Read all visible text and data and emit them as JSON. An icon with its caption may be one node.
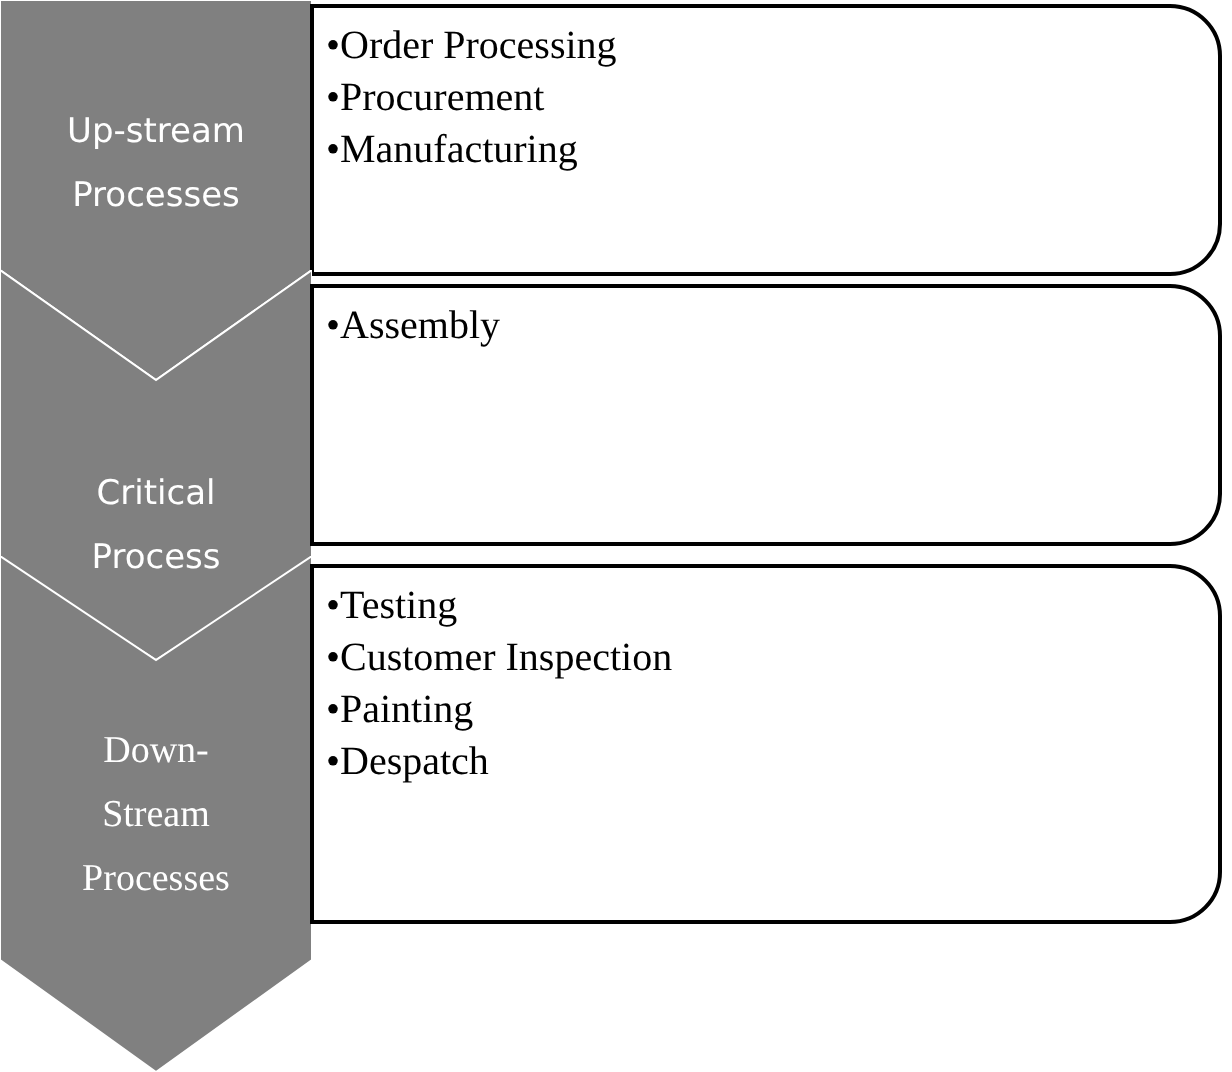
{
  "diagram": {
    "nodes": [
      {
        "text": [
          "Up-stream Processes"
        ]
      },
      {
        "text": [
          "•Order Processing",
          "•Procurement",
          "•Manufacturing"
        ]
      },
      {
        "text": [
          "Critical Process"
        ]
      },
      {
        "text": [
          "•Assembly"
        ]
      },
      {
        "text": [
          "Down-Stream Processes"
        ]
      },
      {
        "text": [
          "•Testing",
          "•Customer Inspection",
          "•Painting",
          "•Despatch"
        ]
      }
    ]
  }
}
